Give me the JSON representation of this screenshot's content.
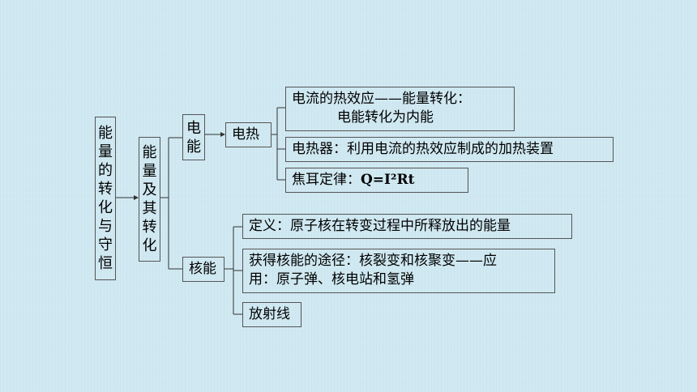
{
  "nodes": {
    "root": "能量的转化与守恒",
    "level1": "能量及其转化",
    "electric": "电能",
    "electric_heat": "电热",
    "heat_effect_line1": "电流的热效应——能量转化：",
    "heat_effect_line2": "电能转化为内能",
    "heater": "电热器：利用电流的热效应制成的加热装置",
    "joule_prefix": "焦耳定律：",
    "joule_formula": "Q=I²Rt",
    "nuclear": "核能",
    "nuclear_def": "定义：原子核在转变过程中所释放出的能量",
    "nuclear_way_line1": "获得核能的途径：核裂变和核聚变——应",
    "nuclear_way_line2": "用：原子弹、核电站和氢弹",
    "radiation": "放射线"
  },
  "colors": {
    "background": "#cfe8f1",
    "border": "#555555",
    "line": "#333333"
  }
}
